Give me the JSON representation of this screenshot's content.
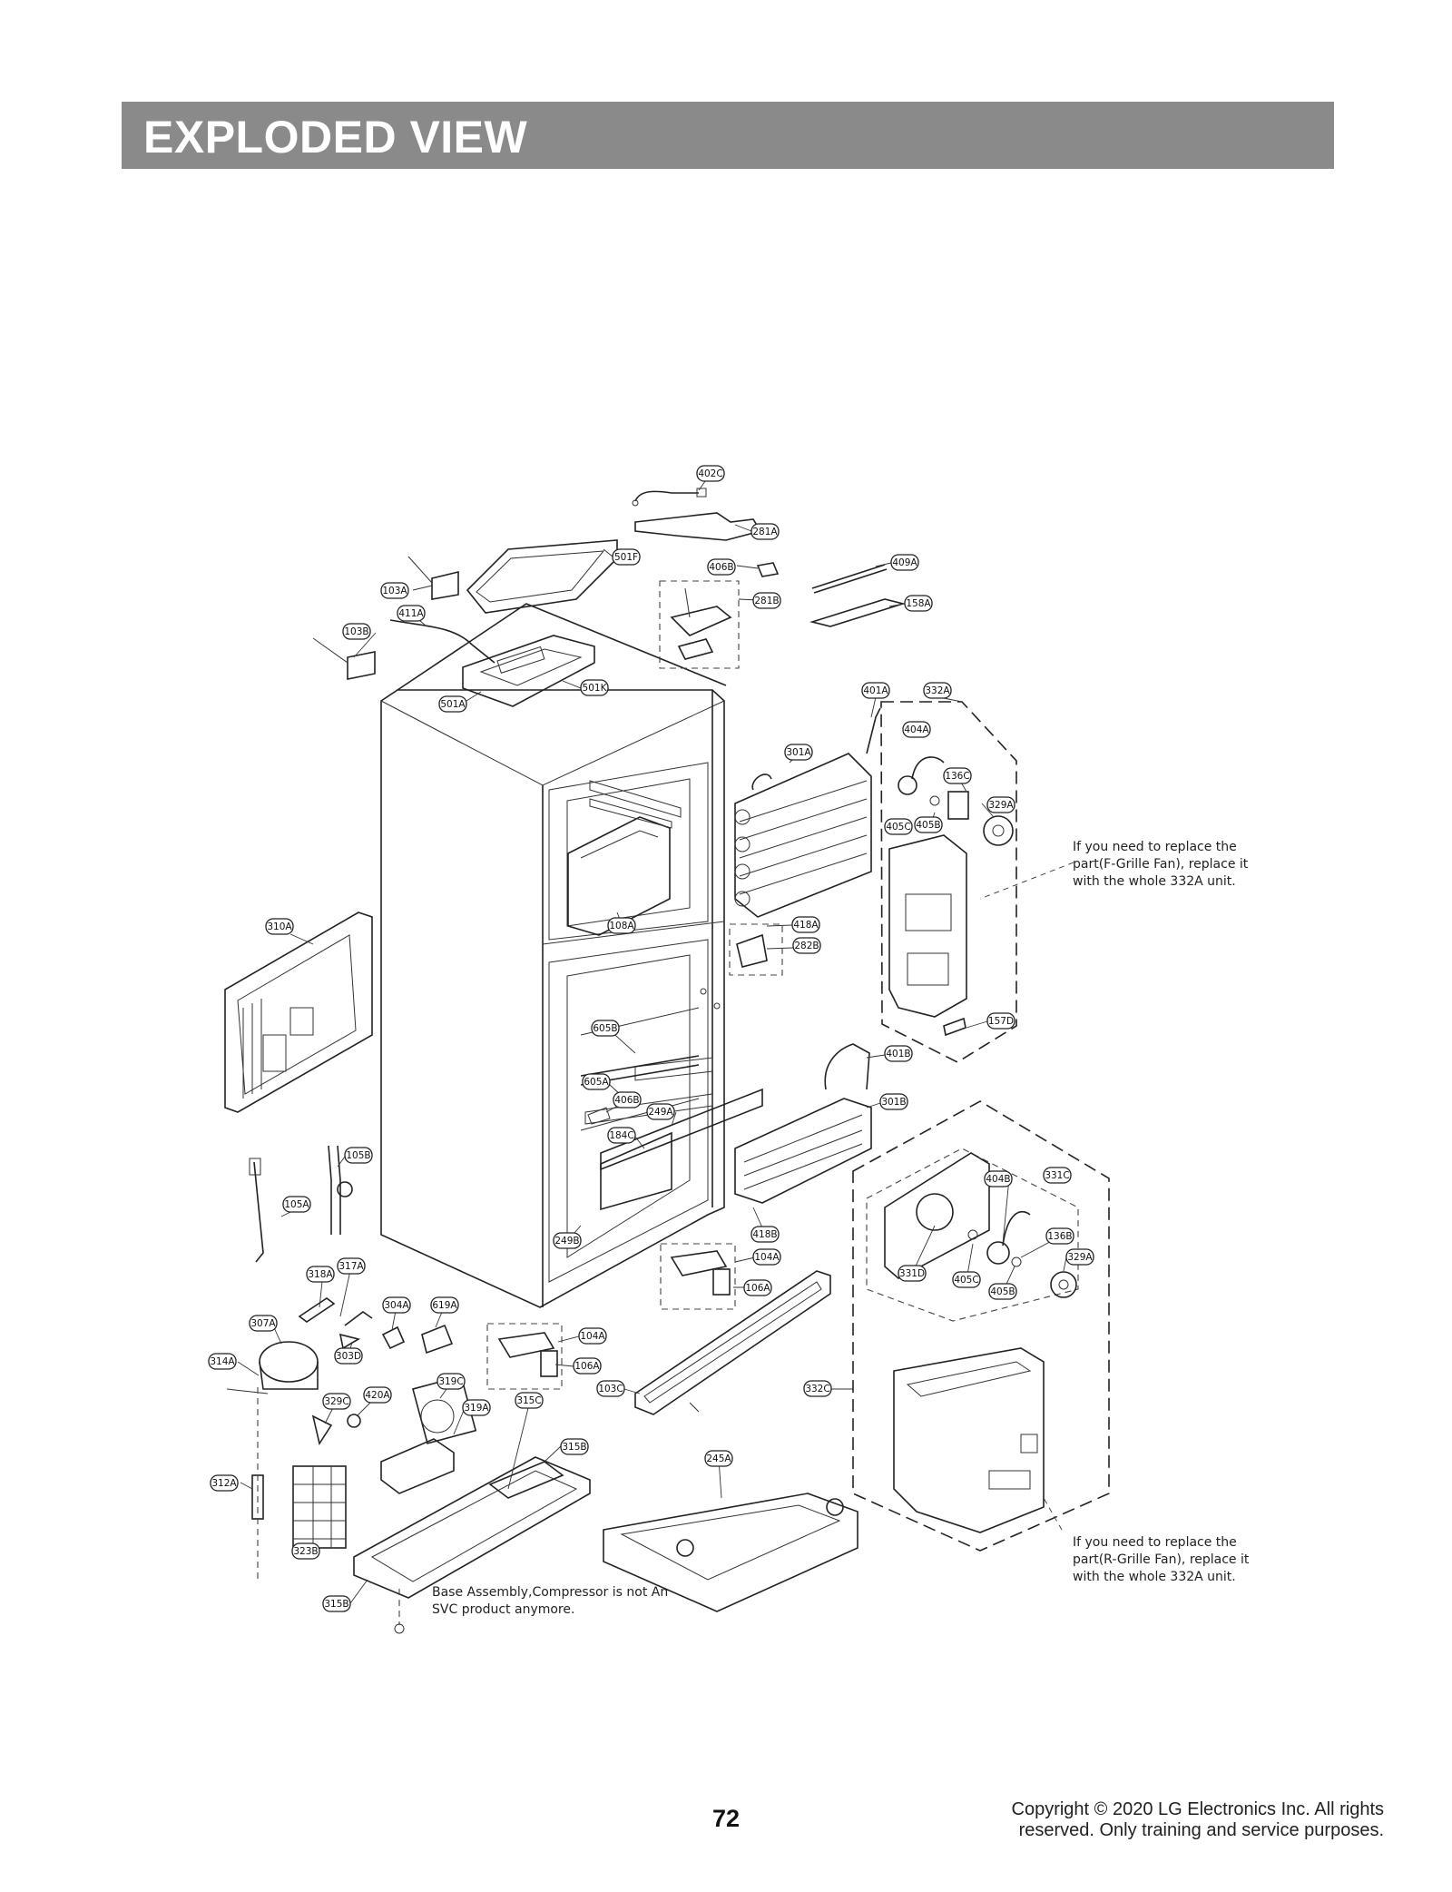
{
  "header": {
    "title": "EXPLODED VIEW"
  },
  "notes": {
    "f_fan": [
      "If you need to replace the",
      "part(F-Grille Fan), replace it",
      "with the whole 332A unit."
    ],
    "r_fan": [
      "If you need to replace the",
      "part(R-Grille Fan), replace it",
      "with the whole 332A unit."
    ],
    "compressor": [
      "Base Assembly,Compressor is not An",
      "SVC product anymore."
    ]
  },
  "labels": {
    "l402C": "402C",
    "l281A": "281A",
    "l501F": "501F",
    "l406B_top": "406B",
    "l409A": "409A",
    "l103A": "103A",
    "l281B": "281B",
    "l158A": "158A",
    "l411A": "411A",
    "l103B": "103B",
    "l501K": "501K",
    "l501A": "501A",
    "l401A": "401A",
    "l332A": "332A",
    "l404A": "404A",
    "l301A": "301A",
    "l136C": "136C",
    "l329A_top": "329A",
    "l405C_top": "405C",
    "l405B_top": "405B",
    "l310A": "310A",
    "l108A": "108A",
    "l418A": "418A",
    "l282B": "282B",
    "l157D": "157D",
    "l605B": "605B",
    "l401B": "401B",
    "l605A": "605A",
    "l406B_mid": "406B",
    "l249A": "249A",
    "l301B": "301B",
    "l184C": "184C",
    "l105B": "105B",
    "l404B": "404B",
    "l331C": "331C",
    "l105A": "105A",
    "l418B": "418B",
    "l249B": "249B",
    "l136B": "136B",
    "l104A_mid": "104A",
    "l329A_bot": "329A",
    "l317A": "317A",
    "l318A": "318A",
    "l331D": "331D",
    "l405C_bot": "405C",
    "l106A_mid": "106A",
    "l405B_bot": "405B",
    "l304A": "304A",
    "l619A": "619A",
    "l307A": "307A",
    "l104A_low": "104A",
    "l303D": "303D",
    "l314A": "314A",
    "l106A_low": "106A",
    "l319C": "319C",
    "l103C": "103C",
    "l332C": "332C",
    "l420A": "420A",
    "l329C": "329C",
    "l319A": "319A",
    "l315C": "315C",
    "l315B_top": "315B",
    "l245A": "245A",
    "l312A": "312A",
    "l323B": "323B",
    "l315B_bot": "315B"
  },
  "footer": {
    "page_number": "72",
    "copyright_line1": "Copyright © 2020 LG Electronics Inc. All rights",
    "copyright_line2": "reserved. Only training and service purposes."
  }
}
